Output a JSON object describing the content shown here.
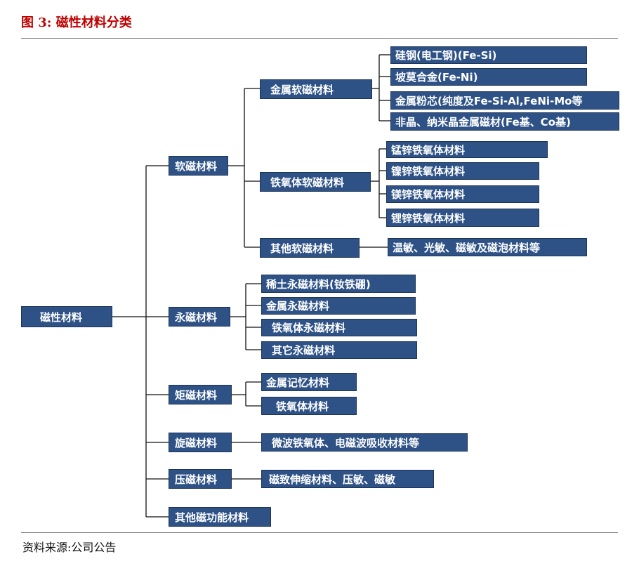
{
  "figure_title": "图 3:  磁性材料分类",
  "source": "资料来源:公司公告",
  "root": "磁性材料",
  "categories": {
    "soft": "软磁材料",
    "permanent": "永磁材料",
    "rectangular": "矩磁材料",
    "gyro": "旋磁材料",
    "piezo": "压磁材料",
    "other_func": "其他磁功能材料"
  },
  "soft_sub": {
    "metal": "金属软磁材料",
    "ferrite": "铁氧体软磁材料",
    "other": "其他软磁材料"
  },
  "metal_soft_leaves": [
    "硅钢(电工钢)(Fe-Si)",
    "坡莫合金(Fe-Ni)",
    "金属粉芯(纯度及Fe-Si-Al,FeNi-Mo等",
    "非晶、纳米晶金属磁材(Fe基、Co基)"
  ],
  "ferrite_soft_leaves": [
    "锰锌铁氧体材料",
    "镍锌铁氧体材料",
    "镁锌铁氧体材料",
    "锂锌铁氧体材料"
  ],
  "other_soft_leaf": "温敏、光敏、磁敏及磁泡材料等",
  "permanent_leaves": [
    "稀土永磁材料(钕铁硼)",
    "金属永磁材料",
    "铁氧体永磁材料",
    "其它永磁材料"
  ],
  "rectangular_leaves": [
    "金属记忆材料",
    "铁氧体材料"
  ],
  "gyro_leaf": "微波铁氧体、电磁波吸收材料等",
  "piezo_leaf": "磁致伸缩材料、压敏、磁敏"
}
